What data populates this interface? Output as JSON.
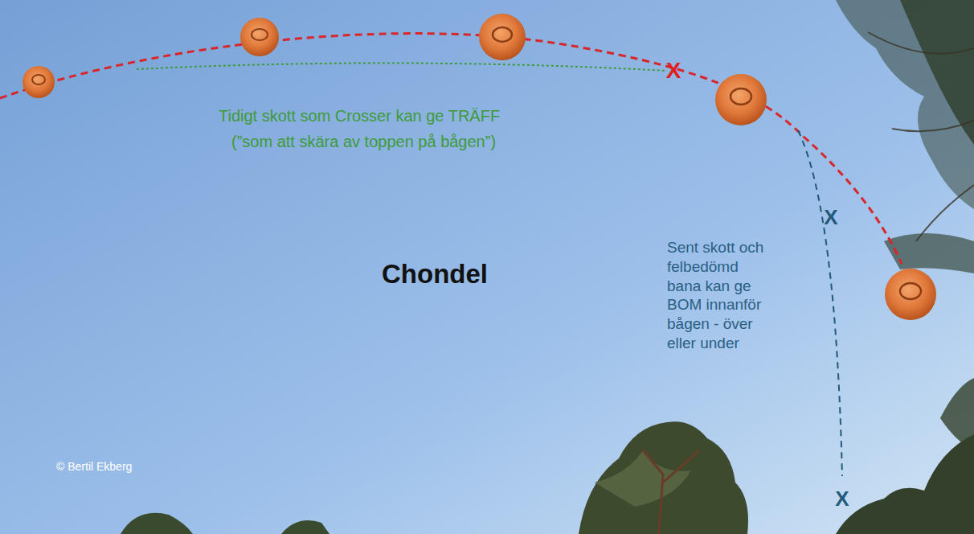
{
  "diagram": {
    "labels": [
      "Tidigt skott som Crosser kan ge TRÄFF",
      "(”som att skära av toppen på bågen”)",
      "Chondel",
      "Sent skott och felbedömd bana kan ge BOM innanför bågen - över eller under",
      "X",
      "X",
      "X",
      "© Bertil Ekberg"
    ]
  }
}
